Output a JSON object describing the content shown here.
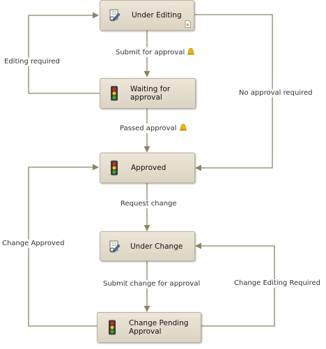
{
  "nodes": {
    "under_editing": {
      "label": "Under Editing",
      "icon": "document-edit-icon"
    },
    "waiting_approval": {
      "label": "Waiting for approval",
      "icon": "traffic-light-icon"
    },
    "approved": {
      "label": "Approved",
      "icon": "traffic-light-icon"
    },
    "under_change": {
      "label": "Under Change",
      "icon": "document-edit-icon"
    },
    "change_pending": {
      "label": "Change Pending Approval",
      "icon": "traffic-light-icon"
    }
  },
  "edges": {
    "submit_for_approval": "Submit for approval",
    "passed_approval": "Passed approval",
    "editing_required": "Editing required",
    "no_approval_required": "No approval required",
    "request_change": "Request change",
    "change_approved": "Change Approved",
    "submit_change_for_approval": "Submit change for approval",
    "change_editing_required": "Change Editing Required"
  },
  "colors": {
    "node_fill": "#e4dece",
    "node_border": "#b8b0a0",
    "edge_line": "#8a8462",
    "edge_label": "#333333",
    "bell_icon": "#f2b400"
  }
}
